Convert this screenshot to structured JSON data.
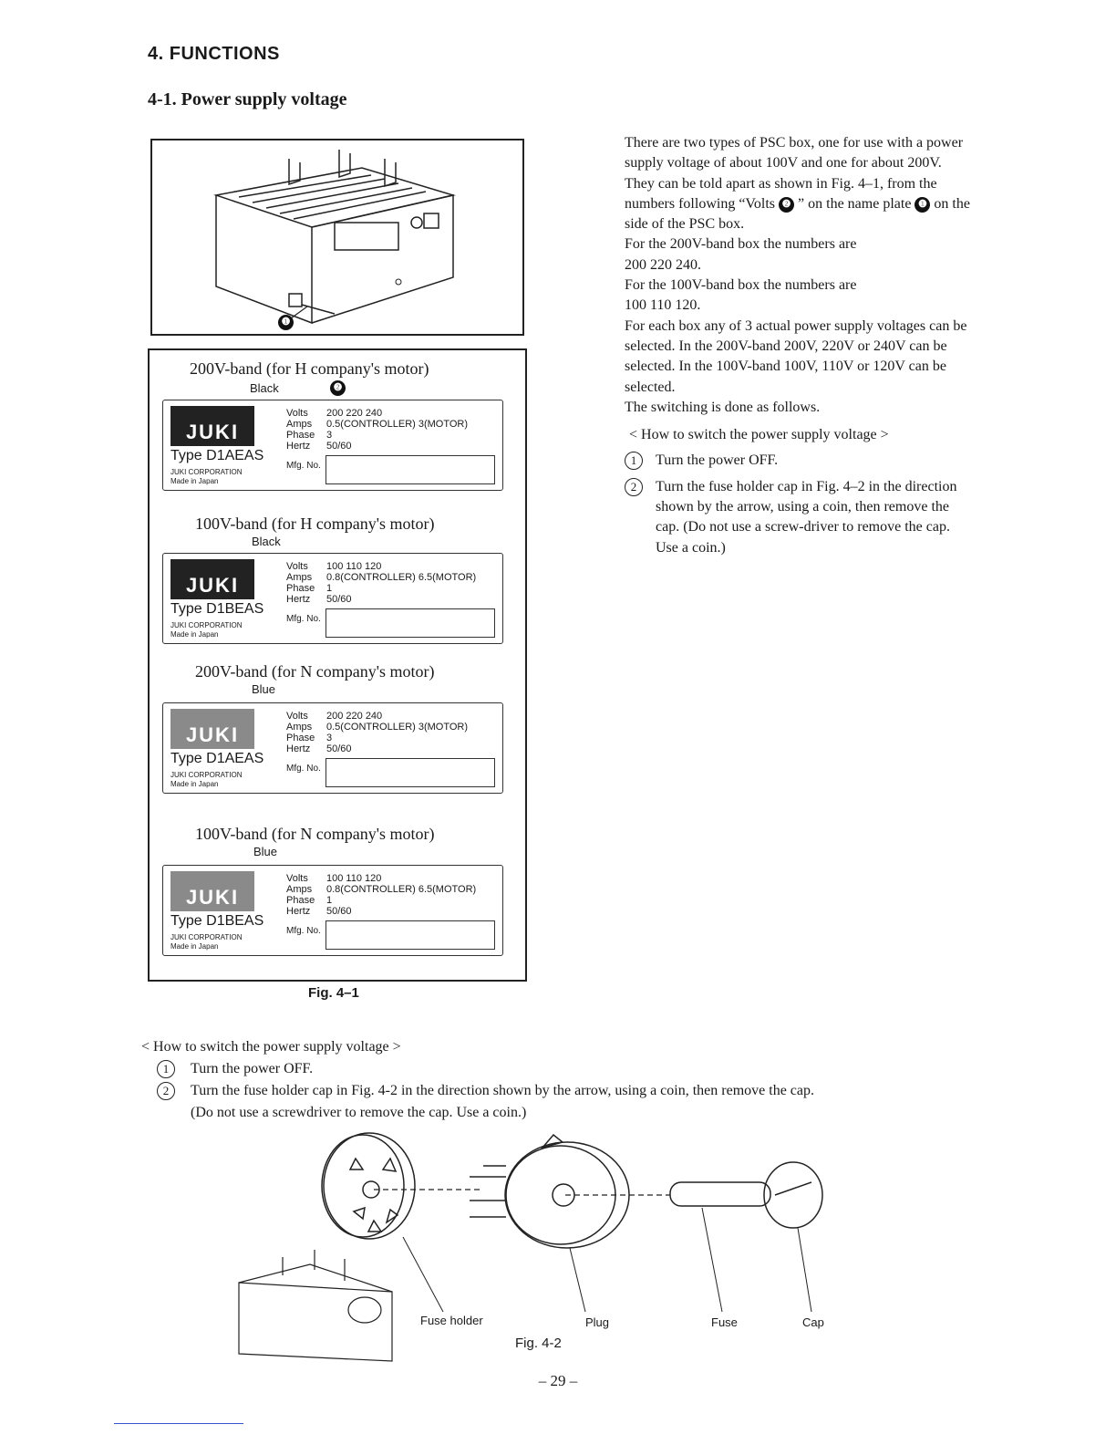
{
  "section_title": "4. FUNCTIONS",
  "subsection_title": "4-1.  Power supply voltage",
  "fig1": {
    "callout_1": "❶",
    "callout_2": "❷",
    "caption": "Fig. 4–1",
    "plates": [
      {
        "band": "200V-band (for H company's motor)",
        "wire": "Black",
        "logo": "JUKI",
        "logo_style": "dark",
        "type": "Type D1AEAS",
        "corp": "JUKI CORPORATION",
        "made": "Made in Japan",
        "volts_label": "Volts",
        "volts": "200 220 240",
        "amps_label": "Amps",
        "amps": "0.5(CONTROLLER) 3(MOTOR)",
        "phase_label": "Phase",
        "phase": "3",
        "hertz_label": "Hertz",
        "hertz": "50/60",
        "mfg": "Mfg. No."
      },
      {
        "band": "100V-band (for H company's motor)",
        "wire": "Black",
        "logo": "JUKI",
        "logo_style": "dark",
        "type": "Type D1BEAS",
        "corp": "JUKI CORPORATION",
        "made": "Made in Japan",
        "volts_label": "Volts",
        "volts": "100 110 120",
        "amps_label": "Amps",
        "amps": "0.8(CONTROLLER) 6.5(MOTOR)",
        "phase_label": "Phase",
        "phase": "1",
        "hertz_label": "Hertz",
        "hertz": "50/60",
        "mfg": "Mfg. No."
      },
      {
        "band": "200V-band (for N company's motor)",
        "wire": "Blue",
        "logo": "JUKI",
        "logo_style": "grey",
        "type": "Type D1AEAS",
        "corp": "JUKI CORPORATION",
        "made": "Made in Japan",
        "volts_label": "Volts",
        "volts": "200 220 240",
        "amps_label": "Amps",
        "amps": "0.5(CONTROLLER) 3(MOTOR)",
        "phase_label": "Phase",
        "phase": "3",
        "hertz_label": "Hertz",
        "hertz": "50/60",
        "mfg": "Mfg. No."
      },
      {
        "band": "100V-band (for N company's motor)",
        "wire": "Blue",
        "logo": "JUKI",
        "logo_style": "grey",
        "type": "Type D1BEAS",
        "corp": "JUKI CORPORATION",
        "made": "Made in Japan",
        "volts_label": "Volts",
        "volts": "100 110 120",
        "amps_label": "Amps",
        "amps": "0.8(CONTROLLER) 6.5(MOTOR)",
        "phase_label": "Phase",
        "phase": "1",
        "hertz_label": "Hertz",
        "hertz": "50/60",
        "mfg": "Mfg. No."
      }
    ]
  },
  "right_column": {
    "p1": "There are two types of PSC box, one for use with a power supply voltage of about 100V and one for about 200V.",
    "p2_a": "They can be told apart as shown in Fig. 4–1, from the numbers following “Volts",
    "p2_b": "” on the name plate",
    "p2_c": "on the side of the PSC box.",
    "p3": "For the 200V-band box the numbers are",
    "p4": "200 220 240.",
    "p5": "For the 100V-band box the numbers are",
    "p6": "100 110 120.",
    "p7": "For each box any of 3 actual power supply voltages can be selected. In the 200V-band 200V, 220V or 240V can be selected. In the 100V-band 100V, 110V or 120V can be selected.",
    "p8": "The switching is done as follows.",
    "subheading": "<  How to switch the power supply voltage  >",
    "step1_num": "1",
    "step1": "Turn the power OFF.",
    "step2_num": "2",
    "step2": "Turn the fuse holder cap in Fig. 4–2 in the direction shown by the arrow, using a coin, then remove the cap. (Do not use a screw-driver to remove the cap. Use a coin.)"
  },
  "bottom": {
    "subheading": "< How to switch the power supply voltage >",
    "step1_num": "1",
    "step1": "Turn the power OFF.",
    "step2_num": "2",
    "step2": "Turn the fuse holder cap in Fig. 4-2 in the direction shown by the arrow, using a coin, then remove the cap.",
    "step2_cont": "(Do not use a screwdriver to remove the cap. Use a coin.)"
  },
  "fig2": {
    "labels": {
      "fuse_holder": "Fuse holder",
      "plug": "Plug",
      "fuse": "Fuse",
      "cap": "Cap"
    },
    "caption": "Fig. 4-2"
  },
  "page_number": "– 29 –"
}
